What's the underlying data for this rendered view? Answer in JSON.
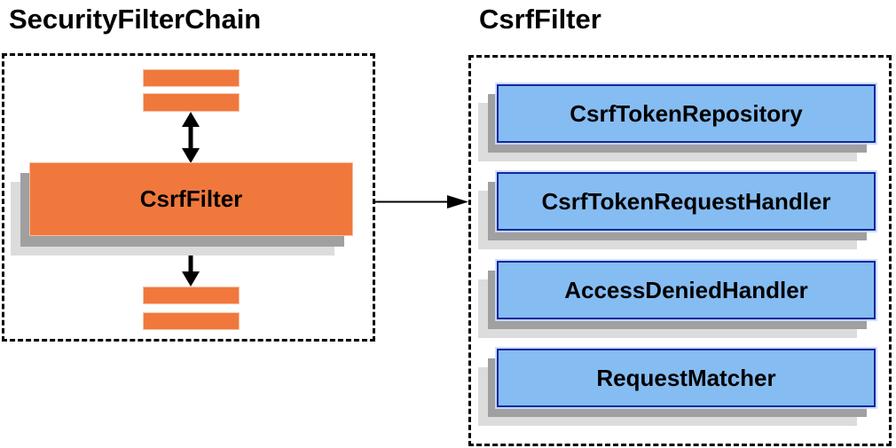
{
  "left_panel": {
    "title": "SecurityFilterChain",
    "filter_box_label": "CsrfFilter"
  },
  "right_panel": {
    "title": "CsrfFilter",
    "components": [
      {
        "label": "CsrfTokenRepository"
      },
      {
        "label": "CsrfTokenRequestHandler"
      },
      {
        "label": "AccessDeniedHandler"
      },
      {
        "label": "RequestMatcher"
      }
    ]
  },
  "colors": {
    "orange_fill": "#F0783C",
    "blue_fill": "#85BCF2",
    "blue_border": "#16279E",
    "shadow_dark": "#A0A0A0",
    "shadow_light": "#DCDCDC",
    "line_black": "#000000"
  }
}
